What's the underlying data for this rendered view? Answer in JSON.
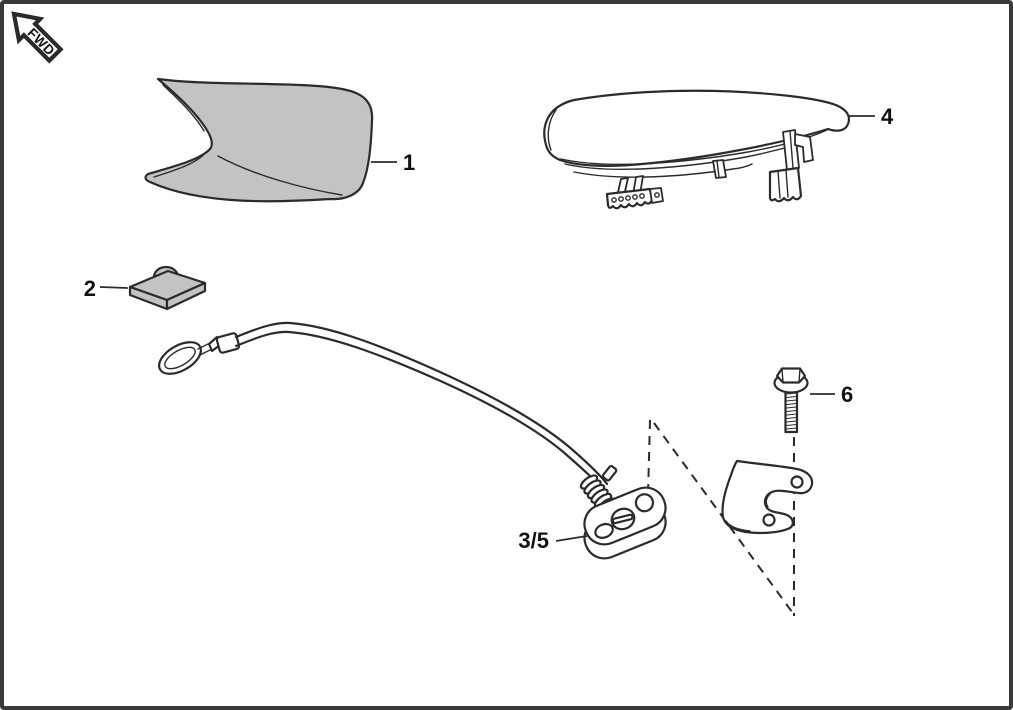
{
  "diagram": {
    "kind": "exploded-parts-diagram",
    "description": "Vehicle seat / seat cowl parts diagram with callout numbers and assembly guide lines",
    "direction_indicator": {
      "label": "FWD"
    },
    "parts": [
      {
        "callout": "1",
        "name": "seat-cowl"
      },
      {
        "callout": "2",
        "name": "clip-nut"
      },
      {
        "callout": "3/5",
        "name": "tether-cable-with-bracket"
      },
      {
        "callout": "4",
        "name": "seat-assembly"
      },
      {
        "callout": "6",
        "name": "flange-bolt"
      },
      {
        "callout": "",
        "name": "mounting-bracket-plate"
      }
    ],
    "colors": {
      "background": "#ffffff",
      "border": "#3a3a3a",
      "outline": "#2b2b2b",
      "part_fill": "#c3c3c3",
      "label_text": "#111111"
    }
  }
}
